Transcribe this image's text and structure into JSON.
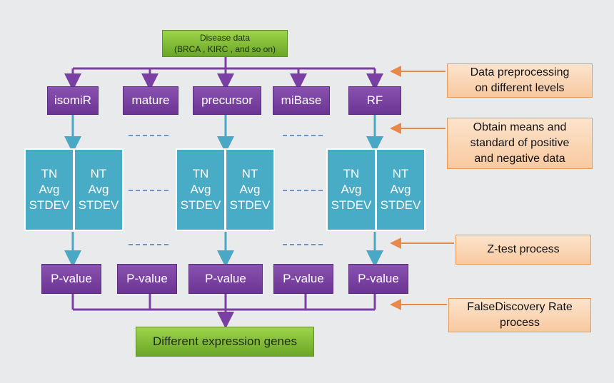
{
  "source_box": {
    "line1": "Disease data",
    "line2": "(BRCA , KIRC , and so on)"
  },
  "levels": [
    "isomiR",
    "mature",
    "precursor",
    "miBase",
    "RF"
  ],
  "stat_blocks": [
    {
      "left": [
        "TN",
        "Avg",
        "STDEV"
      ],
      "right": [
        "NT",
        "Avg",
        "STDEV"
      ]
    },
    {
      "left": [
        "TN",
        "Avg",
        "STDEV"
      ],
      "right": [
        "NT",
        "Avg",
        "STDEV"
      ]
    },
    {
      "left": [
        "TN",
        "Avg",
        "STDEV"
      ],
      "right": [
        "NT",
        "Avg",
        "STDEV"
      ]
    }
  ],
  "pvalues": [
    "P-value",
    "P-value",
    "P-value",
    "P-value",
    "P-value"
  ],
  "result_box": "Different expression genes",
  "notes": [
    {
      "line1": "Data  preprocessing",
      "line2": "on different levels"
    },
    {
      "line1": "Obtain means and",
      "line2": "standard of positive",
      "line3": "and negative  data"
    },
    {
      "line1": "Z-test process"
    },
    {
      "line1": "FalseDiscovery Rate",
      "line2": "process"
    }
  ],
  "colors": {
    "green": "#7ab833",
    "purple": "#7a3fa3",
    "teal": "#49acc6",
    "note": "#fad4b0",
    "arrow_orange": "#e8894a",
    "arrow_teal": "#4aa8c4"
  }
}
